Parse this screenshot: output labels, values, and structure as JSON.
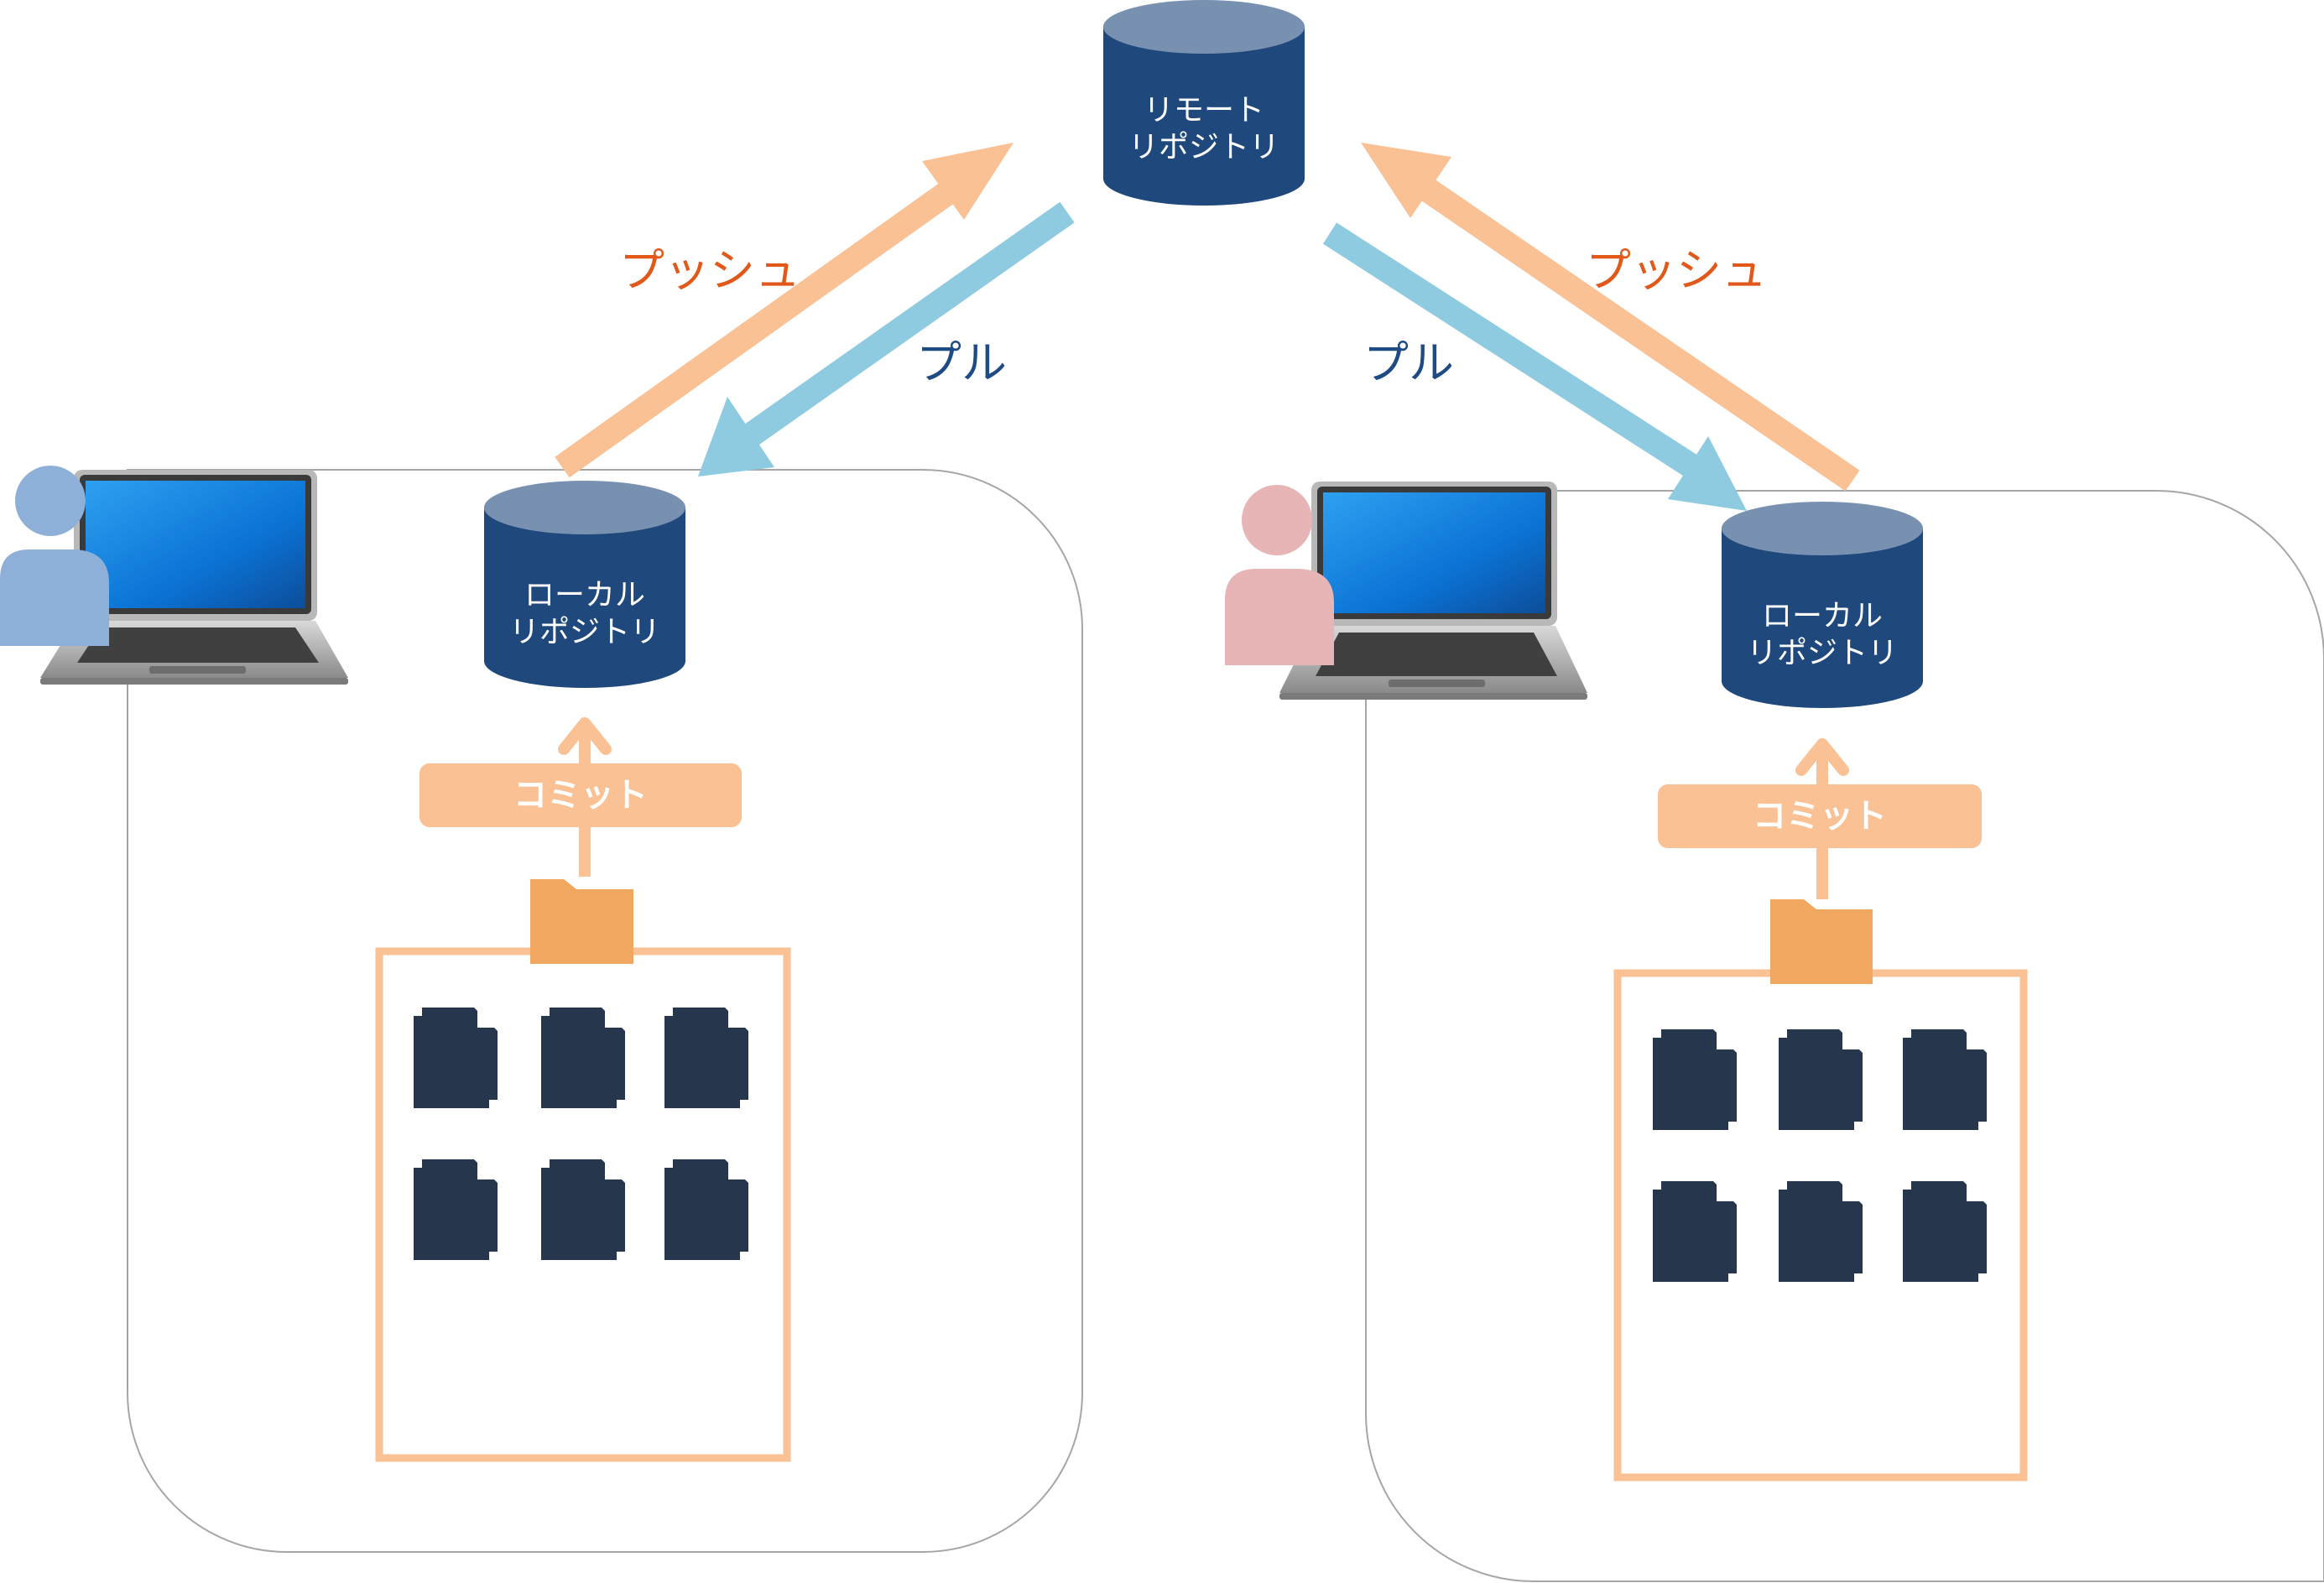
{
  "remote": {
    "line1": "リモート",
    "line2": "リポジトリ"
  },
  "left": {
    "push_label": "プッシュ",
    "pull_label": "プル",
    "local_line1": "ローカル",
    "local_line2": "リポジトリ",
    "commit_label": "コミット",
    "user_color": "#8eb0d8",
    "file_count": 6
  },
  "right": {
    "push_label": "プッシュ",
    "pull_label": "プル",
    "local_line1": "ローカル",
    "local_line2": "リポジトリ",
    "commit_label": "コミット",
    "user_color": "#e7b5b5",
    "file_count": 6
  },
  "colors": {
    "push": "#f9c194",
    "pull": "#8ecae0",
    "db_body": "#1f497d",
    "db_top": "#7891b1",
    "folder": "#f0a860",
    "file": "#26374d",
    "push_text": "#e0591b",
    "pull_text": "#1f4b84"
  }
}
